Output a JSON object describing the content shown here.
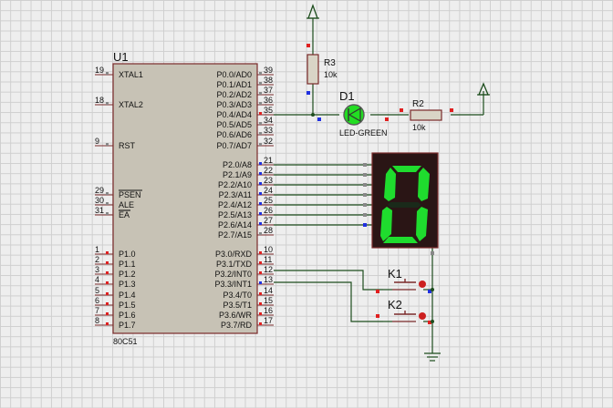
{
  "mcu": {
    "ref": "U1",
    "part": "80C51",
    "left_pins": [
      {
        "num": "19",
        "name": "XTAL1"
      },
      {
        "num": "18",
        "name": "XTAL2"
      },
      {
        "num": "9",
        "name": "RST"
      },
      {
        "num": "29",
        "name": "PSEN"
      },
      {
        "num": "30",
        "name": "ALE"
      },
      {
        "num": "31",
        "name": "EA"
      },
      {
        "num": "1",
        "name": "P1.0"
      },
      {
        "num": "2",
        "name": "P1.1"
      },
      {
        "num": "3",
        "name": "P1.2"
      },
      {
        "num": "4",
        "name": "P1.3"
      },
      {
        "num": "5",
        "name": "P1.4"
      },
      {
        "num": "6",
        "name": "P1.5"
      },
      {
        "num": "7",
        "name": "P1.6"
      },
      {
        "num": "8",
        "name": "P1.7"
      }
    ],
    "right_pins": [
      {
        "num": "39",
        "name": "P0.0/AD0"
      },
      {
        "num": "38",
        "name": "P0.1/AD1"
      },
      {
        "num": "37",
        "name": "P0.2/AD2"
      },
      {
        "num": "36",
        "name": "P0.3/AD3"
      },
      {
        "num": "35",
        "name": "P0.4/AD4"
      },
      {
        "num": "34",
        "name": "P0.5/AD5"
      },
      {
        "num": "33",
        "name": "P0.6/AD6"
      },
      {
        "num": "32",
        "name": "P0.7/AD7"
      },
      {
        "num": "21",
        "name": "P2.0/A8"
      },
      {
        "num": "22",
        "name": "P2.1/A9"
      },
      {
        "num": "23",
        "name": "P2.2/A10"
      },
      {
        "num": "24",
        "name": "P2.3/A11"
      },
      {
        "num": "25",
        "name": "P2.4/A12"
      },
      {
        "num": "26",
        "name": "P2.5/A13"
      },
      {
        "num": "27",
        "name": "P2.6/A14"
      },
      {
        "num": "28",
        "name": "P2.7/A15"
      },
      {
        "num": "10",
        "name": "P3.0/RXD"
      },
      {
        "num": "11",
        "name": "P3.1/TXD"
      },
      {
        "num": "12",
        "name": "P3.2/INT0"
      },
      {
        "num": "13",
        "name": "P3.3/INT1"
      },
      {
        "num": "14",
        "name": "P3.4/T0"
      },
      {
        "num": "15",
        "name": "P3.5/T1"
      },
      {
        "num": "16",
        "name": "P3.6/WR"
      },
      {
        "num": "17",
        "name": "P3.7/RD"
      }
    ]
  },
  "r3": {
    "ref": "R3",
    "value": "10k"
  },
  "r2": {
    "ref": "R2",
    "value": "10k"
  },
  "d1": {
    "ref": "D1",
    "value": "LED-GREEN"
  },
  "k1": {
    "ref": "K1"
  },
  "k2": {
    "ref": "K2"
  },
  "display": {
    "digit_shown": "0"
  },
  "colors": {
    "wire": "#1d4d1d",
    "chip_fill": "#c7c2b5",
    "chip_border": "#7a2a2a",
    "pin_red": "#e02020",
    "pin_blue": "#2030e0",
    "pin_gray": "#888888",
    "segment_on": "#1fdc2e",
    "display_body": "#2a1515",
    "led": "#22dd22"
  }
}
